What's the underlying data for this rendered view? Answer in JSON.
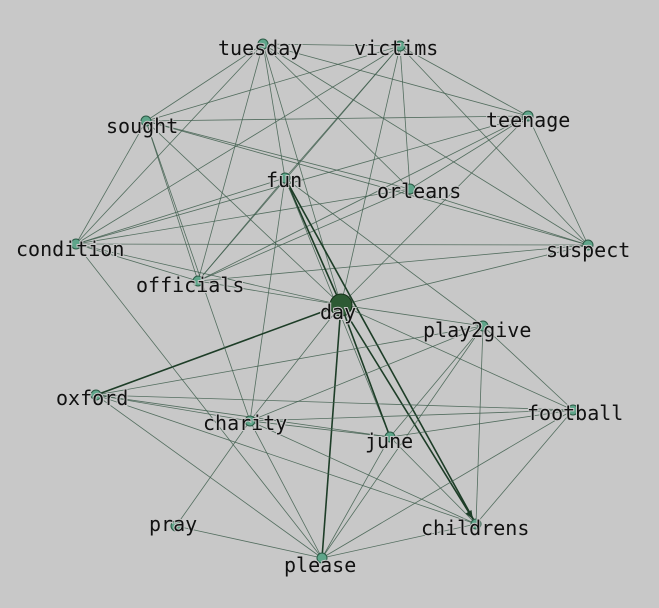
{
  "graph": {
    "colors": {
      "background": "#c8c8c8",
      "edge": "#3f5e4d",
      "edge_strong": "#1d3d27",
      "node": "#5fa58a",
      "hub_node": "#2d5a34",
      "label": "#111111"
    },
    "nodes": [
      {
        "id": "tuesday",
        "label": "tuesday"
      },
      {
        "id": "victims",
        "label": "victims"
      },
      {
        "id": "sought",
        "label": "sought"
      },
      {
        "id": "teenage",
        "label": "teenage"
      },
      {
        "id": "fun",
        "label": "fun"
      },
      {
        "id": "orleans",
        "label": "orleans"
      },
      {
        "id": "condition",
        "label": "condition"
      },
      {
        "id": "suspect",
        "label": "suspect"
      },
      {
        "id": "officials",
        "label": "officials"
      },
      {
        "id": "day",
        "label": "day",
        "hub": true
      },
      {
        "id": "play2give",
        "label": "play2give"
      },
      {
        "id": "oxford",
        "label": "oxford"
      },
      {
        "id": "football",
        "label": "football"
      },
      {
        "id": "charity",
        "label": "charity"
      },
      {
        "id": "june",
        "label": "june"
      },
      {
        "id": "pray",
        "label": "pray"
      },
      {
        "id": "childrens",
        "label": "childrens"
      },
      {
        "id": "please",
        "label": "please"
      }
    ],
    "edges": [
      [
        "tuesday",
        "victims"
      ],
      [
        "tuesday",
        "sought"
      ],
      [
        "tuesday",
        "teenage"
      ],
      [
        "tuesday",
        "orleans"
      ],
      [
        "tuesday",
        "condition"
      ],
      [
        "tuesday",
        "suspect"
      ],
      [
        "tuesday",
        "officials"
      ],
      [
        "tuesday",
        "day"
      ],
      [
        "tuesday",
        "fun"
      ],
      [
        "victims",
        "sought"
      ],
      [
        "victims",
        "teenage"
      ],
      [
        "victims",
        "orleans"
      ],
      [
        "victims",
        "condition"
      ],
      [
        "victims",
        "suspect"
      ],
      [
        "victims",
        "officials"
      ],
      [
        "victims",
        "day"
      ],
      [
        "victims",
        "fun"
      ],
      [
        "sought",
        "teenage"
      ],
      [
        "sought",
        "orleans"
      ],
      [
        "sought",
        "condition"
      ],
      [
        "sought",
        "suspect"
      ],
      [
        "sought",
        "officials"
      ],
      [
        "sought",
        "day"
      ],
      [
        "teenage",
        "orleans"
      ],
      [
        "teenage",
        "condition"
      ],
      [
        "teenage",
        "suspect"
      ],
      [
        "teenage",
        "officials"
      ],
      [
        "teenage",
        "day"
      ],
      [
        "orleans",
        "condition"
      ],
      [
        "orleans",
        "suspect"
      ],
      [
        "orleans",
        "officials"
      ],
      [
        "condition",
        "suspect"
      ],
      [
        "condition",
        "officials"
      ],
      [
        "condition",
        "day"
      ],
      [
        "condition",
        "fun"
      ],
      [
        "suspect",
        "officials"
      ],
      [
        "suspect",
        "day"
      ],
      [
        "officials",
        "day"
      ],
      [
        "officials",
        "fun"
      ],
      [
        "fun",
        "day"
      ],
      [
        "fun",
        "june"
      ],
      [
        "fun",
        "childrens"
      ],
      [
        "fun",
        "charity"
      ],
      [
        "fun",
        "play2give"
      ],
      [
        "day",
        "play2give"
      ],
      [
        "day",
        "oxford"
      ],
      [
        "day",
        "football"
      ],
      [
        "day",
        "charity"
      ],
      [
        "day",
        "june"
      ],
      [
        "day",
        "childrens"
      ],
      [
        "day",
        "please"
      ],
      [
        "play2give",
        "oxford"
      ],
      [
        "play2give",
        "football"
      ],
      [
        "play2give",
        "charity"
      ],
      [
        "play2give",
        "june"
      ],
      [
        "play2give",
        "childrens"
      ],
      [
        "play2give",
        "please"
      ],
      [
        "oxford",
        "football"
      ],
      [
        "oxford",
        "charity"
      ],
      [
        "oxford",
        "june"
      ],
      [
        "oxford",
        "childrens"
      ],
      [
        "oxford",
        "please"
      ],
      [
        "football",
        "charity"
      ],
      [
        "football",
        "june"
      ],
      [
        "football",
        "childrens"
      ],
      [
        "football",
        "please"
      ],
      [
        "charity",
        "june"
      ],
      [
        "charity",
        "childrens"
      ],
      [
        "charity",
        "please"
      ],
      [
        "charity",
        "pray"
      ],
      [
        "june",
        "childrens"
      ],
      [
        "june",
        "please"
      ],
      [
        "childrens",
        "please"
      ],
      [
        "pray",
        "please"
      ],
      [
        "condition",
        "please"
      ],
      [
        "sought",
        "charity"
      ]
    ],
    "strong_edges": [
      [
        "day",
        "childrens"
      ],
      [
        "day",
        "please"
      ],
      [
        "day",
        "june"
      ],
      [
        "fun",
        "childrens"
      ],
      [
        "day",
        "oxford"
      ],
      [
        "fun",
        "day"
      ]
    ]
  }
}
